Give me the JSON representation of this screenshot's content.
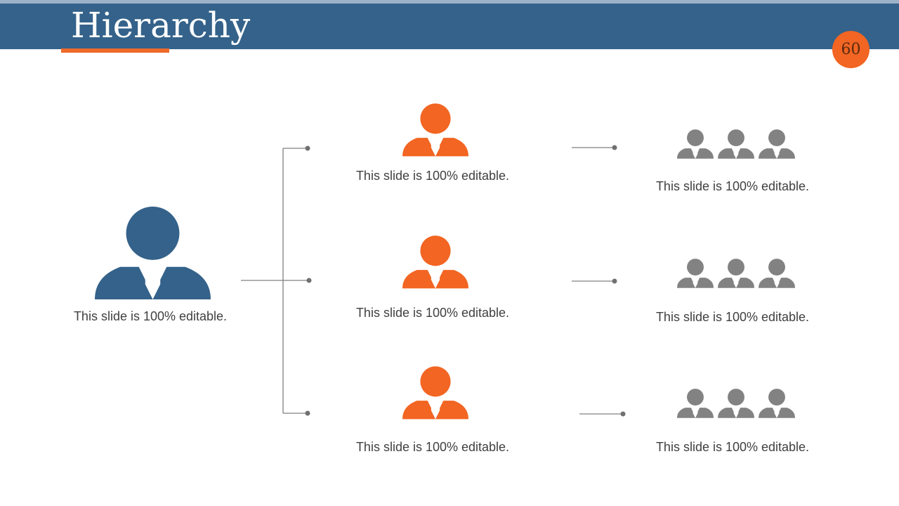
{
  "header": {
    "title": "Hierarchy",
    "page_number": "60"
  },
  "colors": {
    "header_band": "#34628a",
    "accent_orange": "#f26522",
    "root_person": "#34628a",
    "team_person": "#828282",
    "connector": "#808080"
  },
  "root": {
    "icon": "person-icon",
    "caption": "This slide is 100% editable."
  },
  "levels": [
    {
      "manager_icon": "person-icon",
      "manager_caption": "This slide is 100% editable.",
      "team_icon": "group-icon",
      "team_caption": "This slide is 100% editable."
    },
    {
      "manager_icon": "person-icon",
      "manager_caption": "This slide is 100% editable.",
      "team_icon": "group-icon",
      "team_caption": "This slide is 100% editable."
    },
    {
      "manager_icon": "person-icon",
      "manager_caption": "This slide is 100% editable.",
      "team_icon": "group-icon",
      "team_caption": "This slide is 100% editable."
    }
  ]
}
